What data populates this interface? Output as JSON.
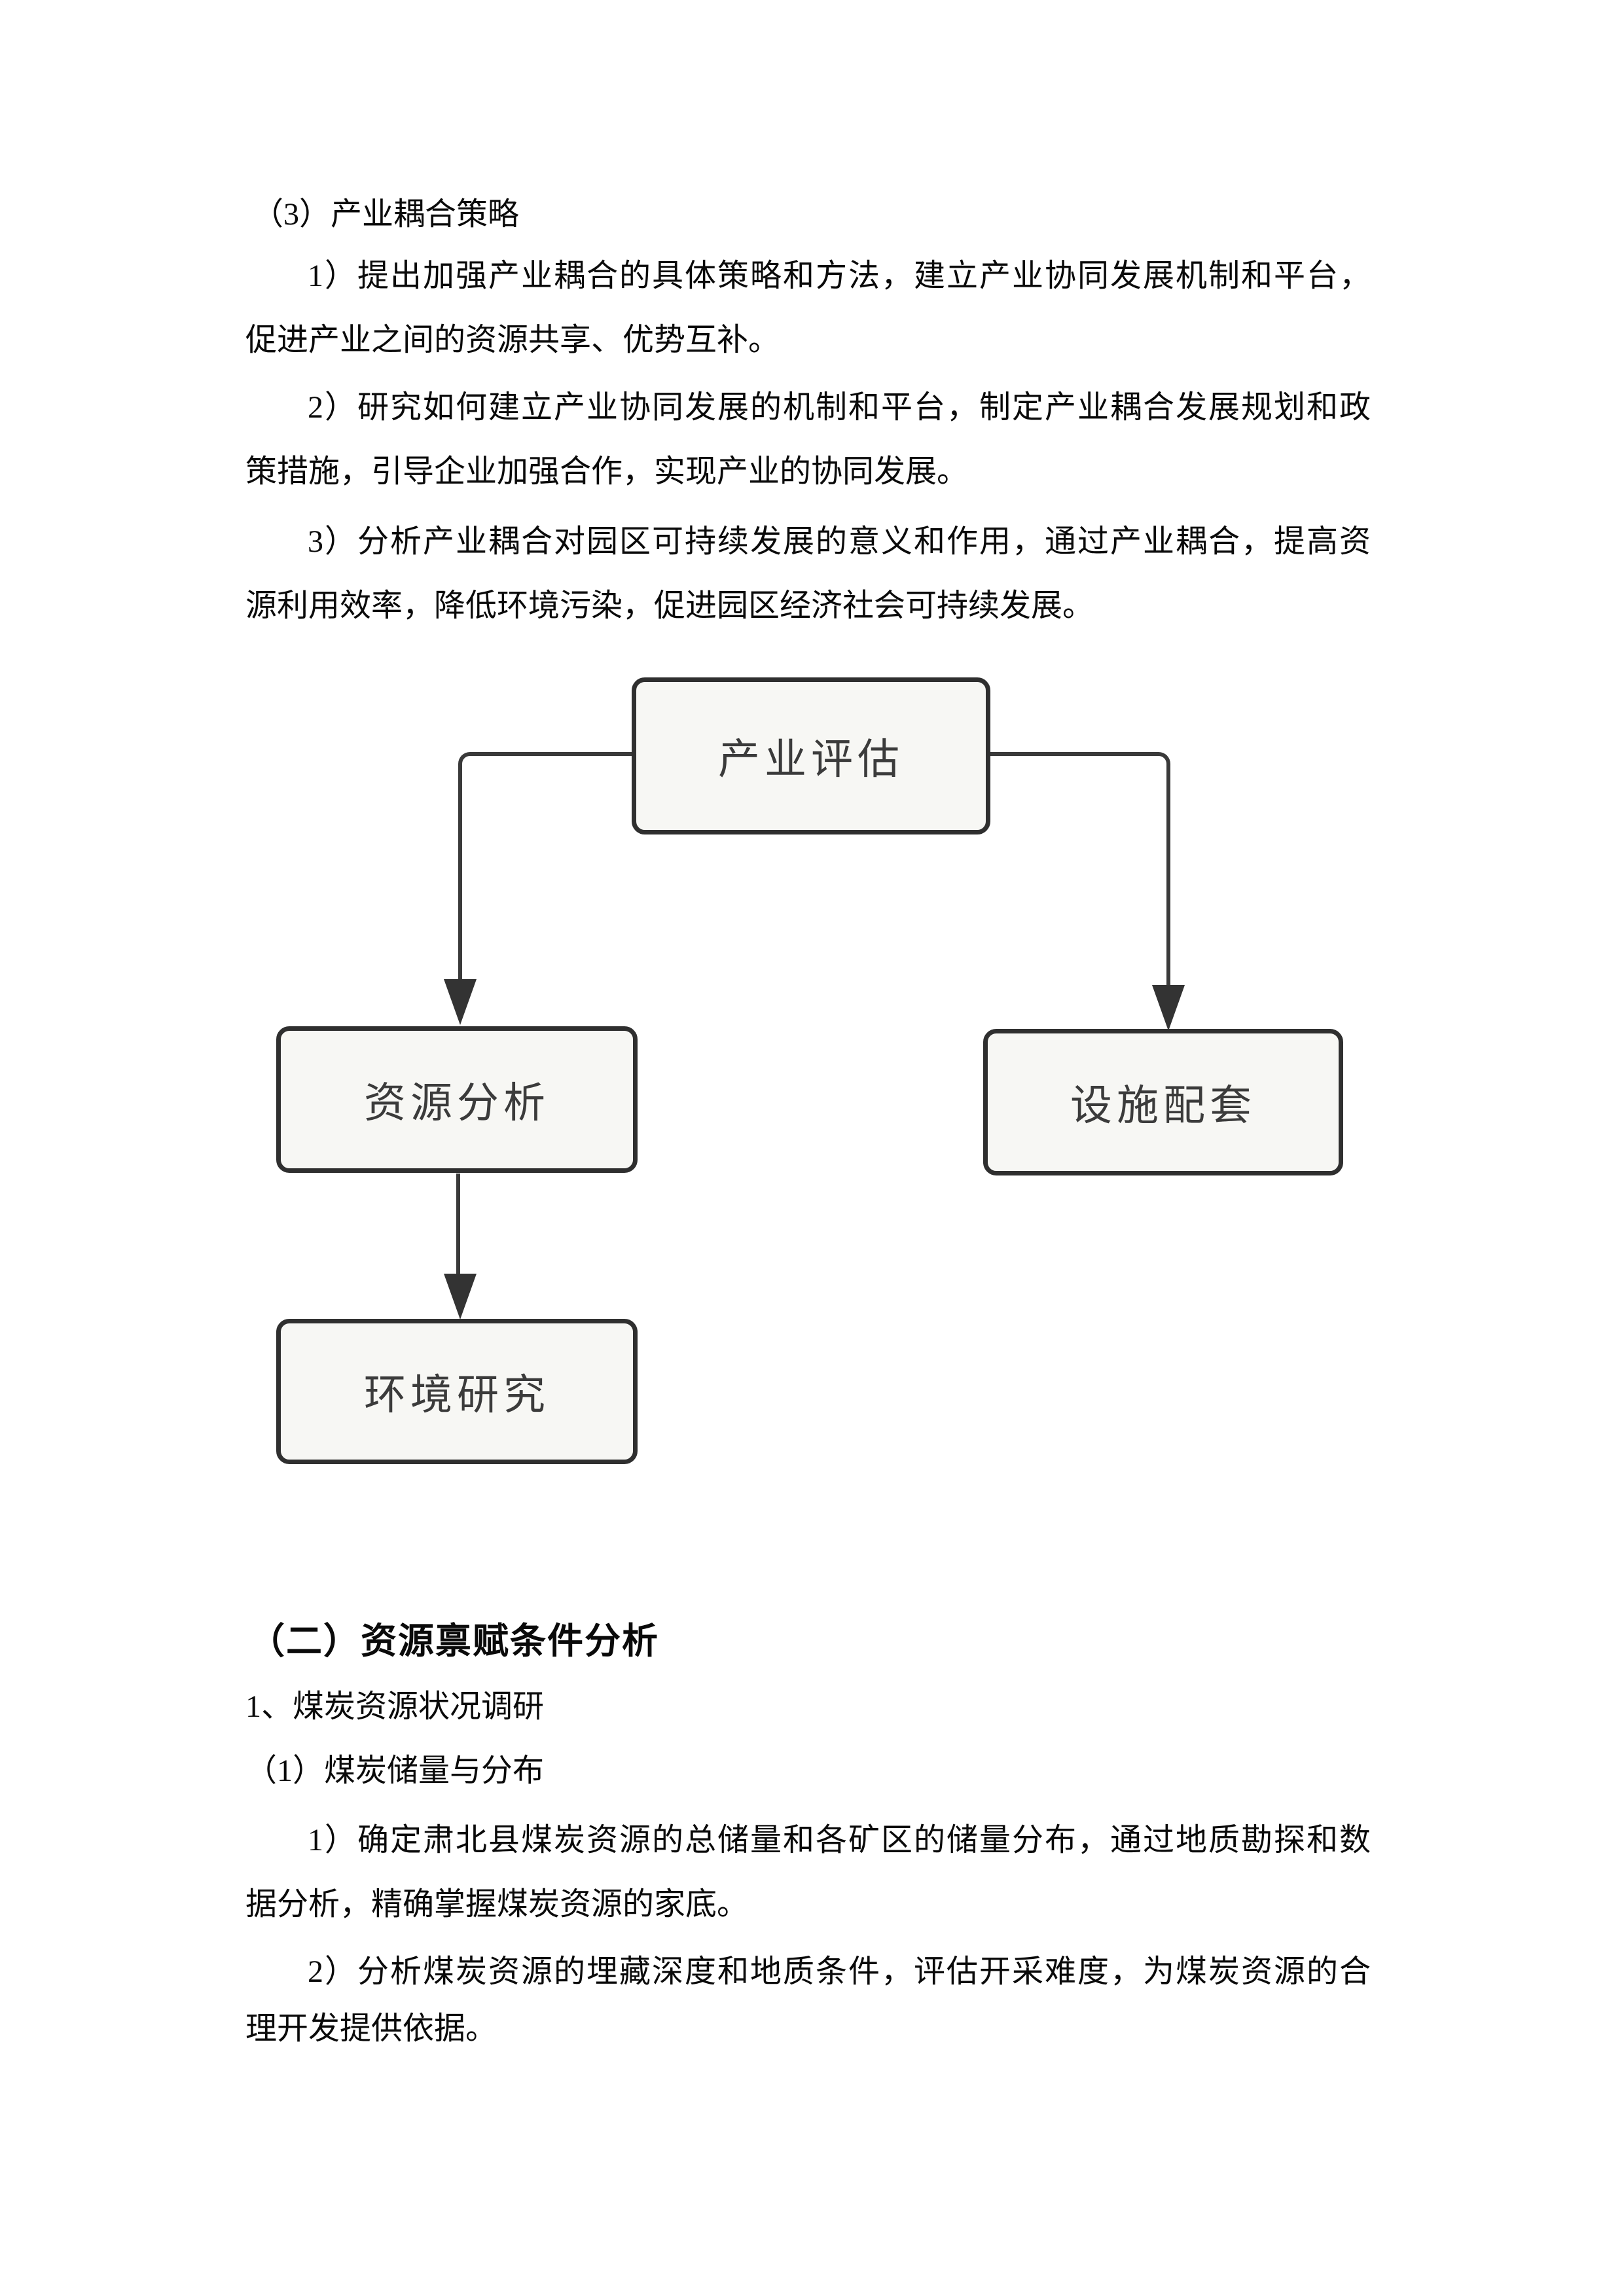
{
  "doc": {
    "lines": [
      {
        "text": "（3）产业耦合策略"
      },
      {
        "text": "1）提出加强产业耦合的具体策略和方法，建立产业协同发展机制和平台，"
      },
      {
        "text": "促进产业之间的资源共享、优势互补。"
      },
      {
        "text": "2）研究如何建立产业协同发展的机制和平台，制定产业耦合发展规划和政"
      },
      {
        "text": "策措施，引导企业加强合作，实现产业的协同发展。"
      },
      {
        "text": "3）分析产业耦合对园区可持续发展的意义和作用，通过产业耦合，提高资"
      },
      {
        "text": "源利用效率，降低环境污染，促进园区经济社会可持续发展。"
      },
      {
        "text": "（二）资源禀赋条件分析"
      },
      {
        "text": "1、煤炭资源状况调研"
      },
      {
        "text": "（1）煤炭储量与分布"
      },
      {
        "text": "1）确定肃北县煤炭资源的总储量和各矿区的储量分布，通过地质勘探和数"
      },
      {
        "text": "据分析，精确掌握煤炭资源的家底。"
      },
      {
        "text": "2）分析煤炭资源的埋藏深度和地质条件，评估开采难度，为煤炭资源的合"
      },
      {
        "text": "理开发提供依据。"
      }
    ]
  },
  "diagram": {
    "nodes": {
      "top": {
        "label": "产业评估"
      },
      "left": {
        "label": "资源分析"
      },
      "right": {
        "label": "设施配套"
      },
      "bottom": {
        "label": "环境研究"
      }
    },
    "colors": {
      "box_fill": "#f7f7f4",
      "box_border": "#2f2f2f",
      "connector": "#3a3a3a",
      "label": "#3b3b3b"
    }
  }
}
